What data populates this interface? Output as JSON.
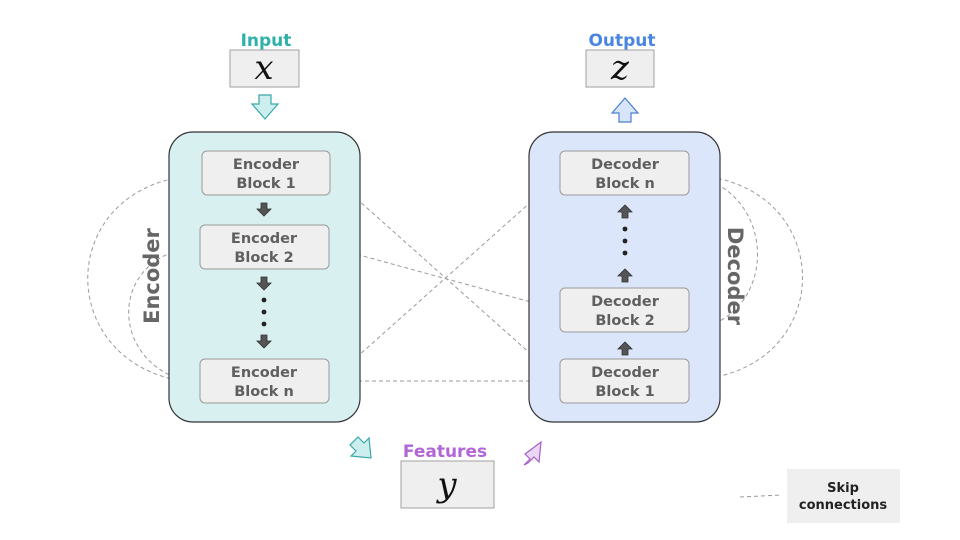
{
  "input": {
    "title": "Input",
    "symbol": "x"
  },
  "output": {
    "title": "Output",
    "symbol": "z"
  },
  "features": {
    "title": "Features",
    "symbol": "y"
  },
  "encoder": {
    "label": "Encoder",
    "blocks": [
      {
        "line1": "Encoder",
        "line2": "Block 1"
      },
      {
        "line1": "Encoder",
        "line2": "Block 2"
      },
      {
        "line1": "Encoder",
        "line2": "Block n"
      }
    ]
  },
  "decoder": {
    "label": "Decoder",
    "blocks": [
      {
        "line1": "Decoder",
        "line2": "Block n"
      },
      {
        "line1": "Decoder",
        "line2": "Block 2"
      },
      {
        "line1": "Decoder",
        "line2": "Block 1"
      }
    ]
  },
  "legend": {
    "line1": "Skip",
    "line2": "connections"
  },
  "colors": {
    "input_title": "#2fb0aa",
    "output_title": "#4a86e0",
    "features_title": "#b266d6",
    "encoder_fill": "#d8f0f0",
    "decoder_fill": "#dce6fa",
    "block_fill": "#efefef",
    "dashed": "#9a9a9a"
  }
}
